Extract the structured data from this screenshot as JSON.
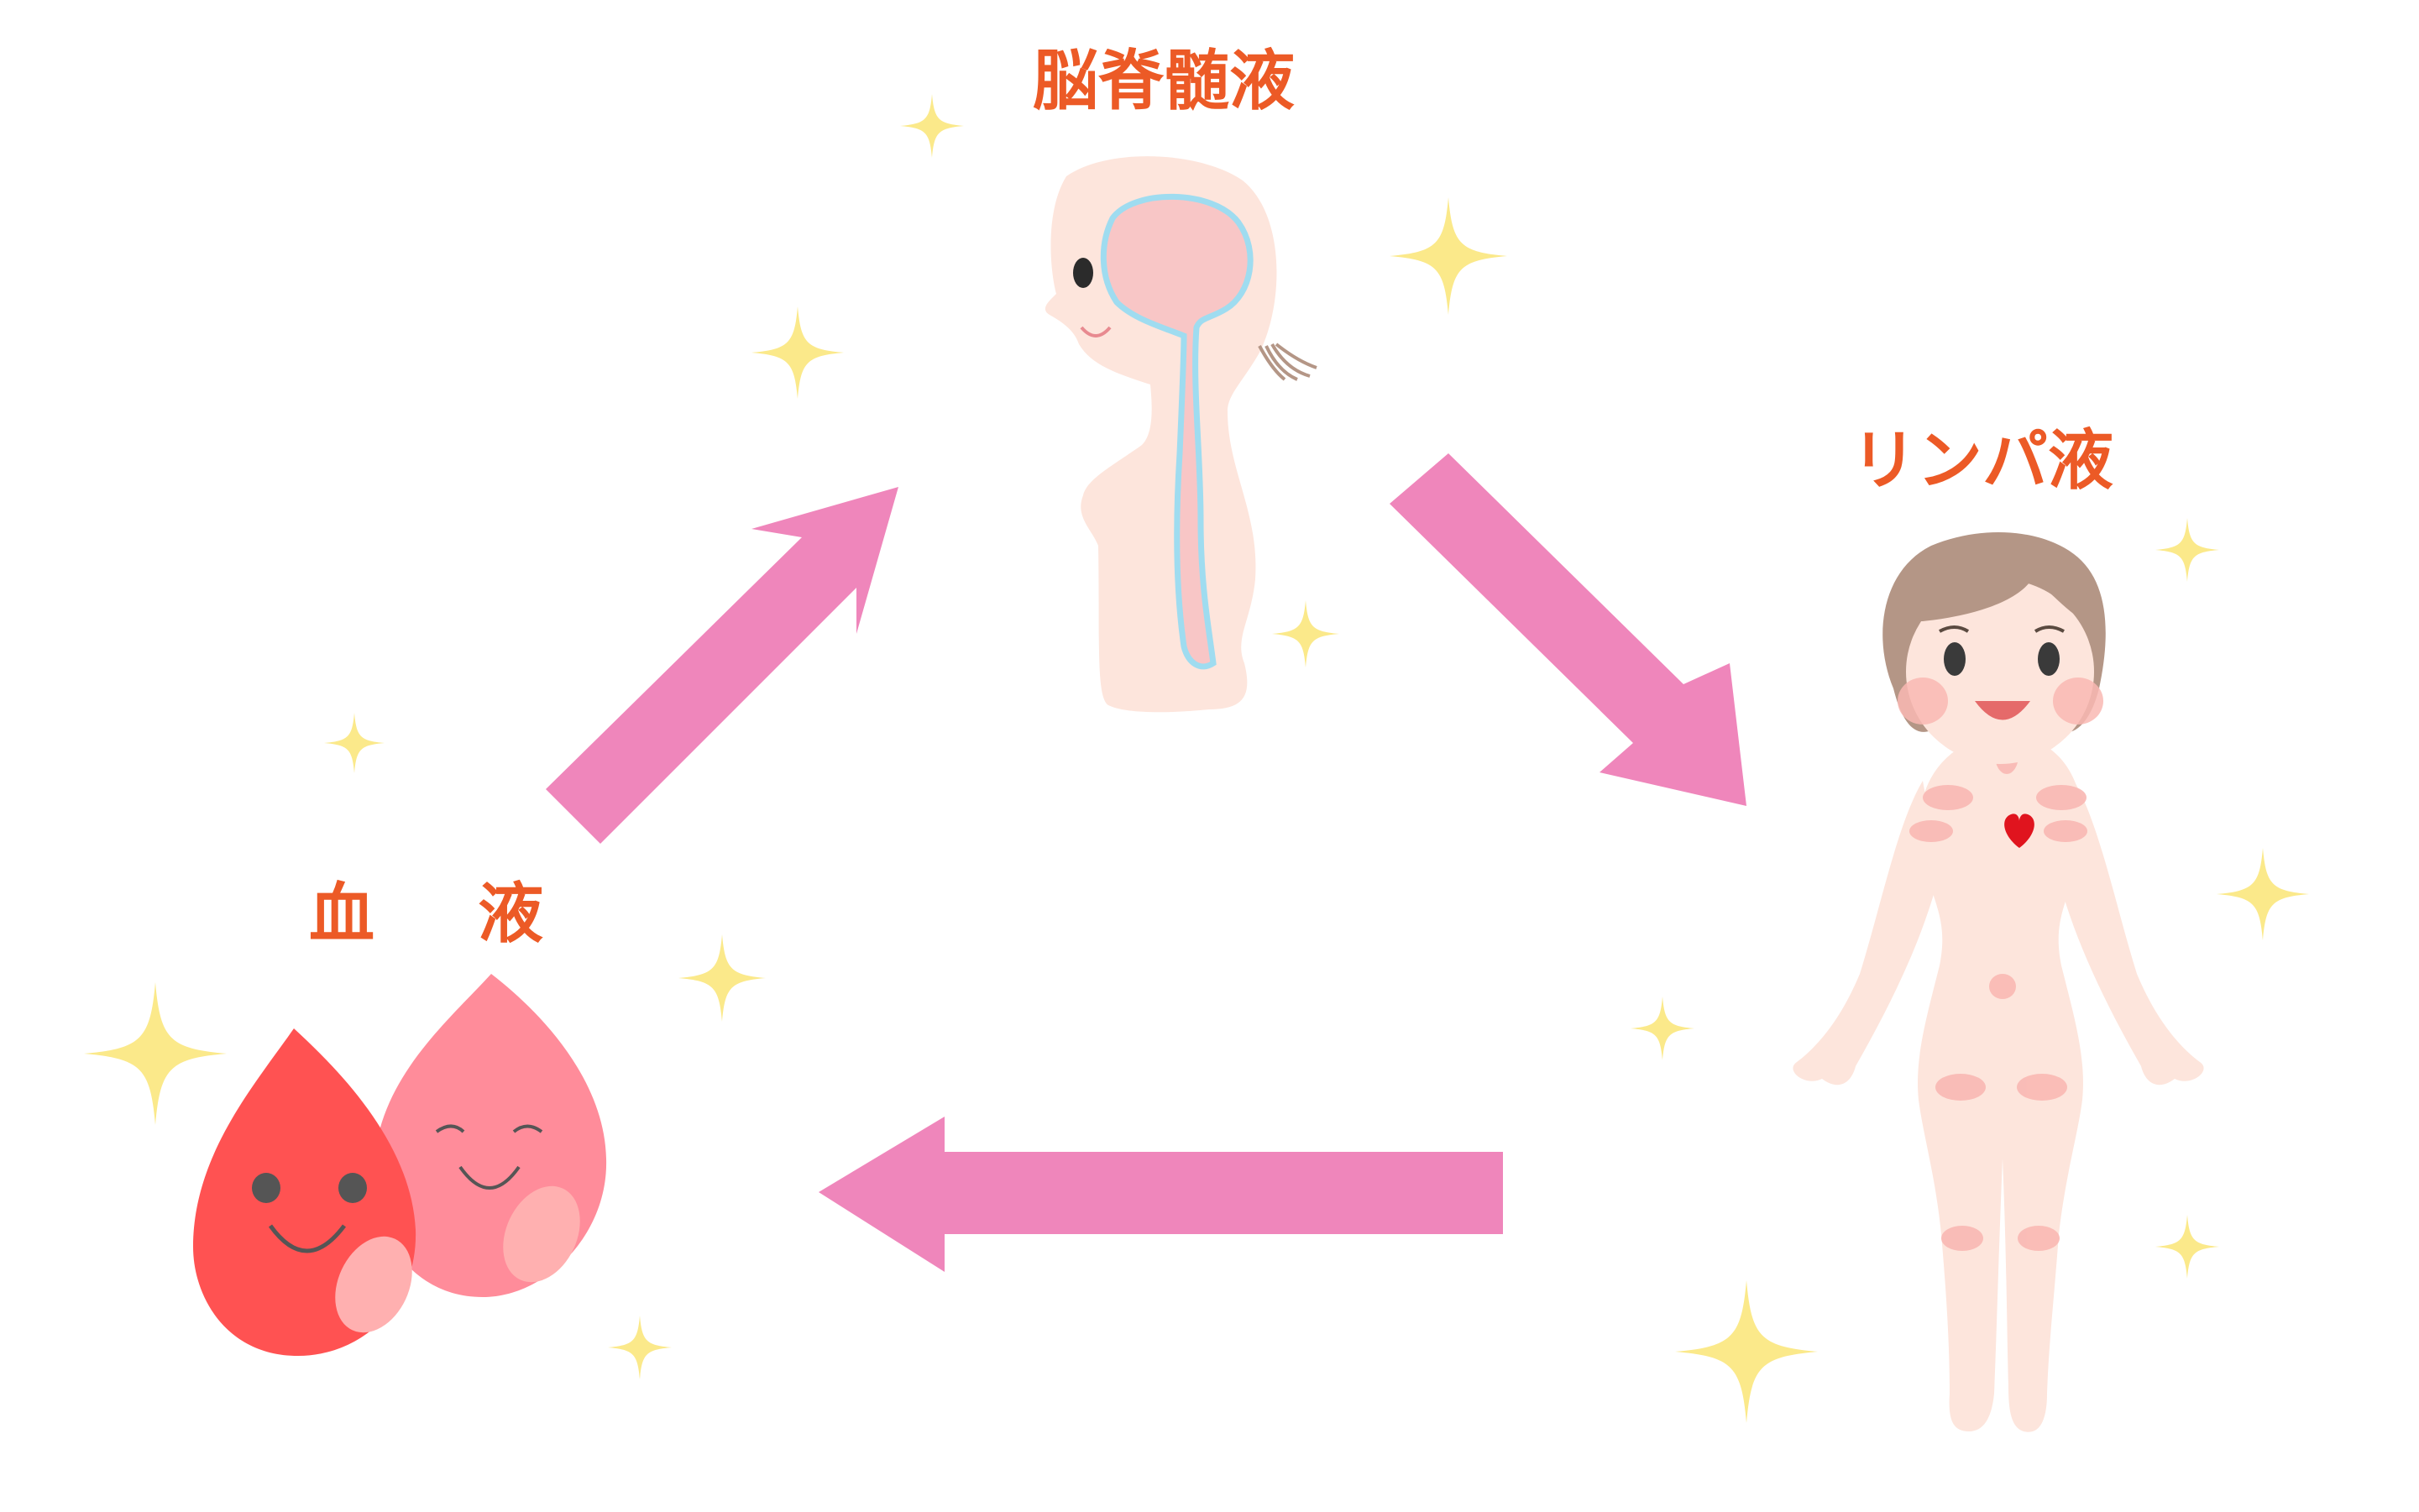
{
  "labels": {
    "csf": "脳脊髄液",
    "lymph": "リンパ液",
    "blood": "血 液"
  },
  "colors": {
    "label": "#ec5a26",
    "arrow": "#ef86bb",
    "sparkle": "#fbe98a",
    "skin": "#fde5dc",
    "brain": "#f8c6c6",
    "spinal_line": "#9fdcf0",
    "hair": "#b49686",
    "blood_red": "#ff5252",
    "blood_pink": "#ff8c9a",
    "heart": "#e0141e"
  },
  "icons": [
    "sparkle-icon",
    "arrow-icon",
    "head-torso-silhouette-icon",
    "female-body-icon",
    "blood-drop-icon",
    "heart-icon"
  ]
}
